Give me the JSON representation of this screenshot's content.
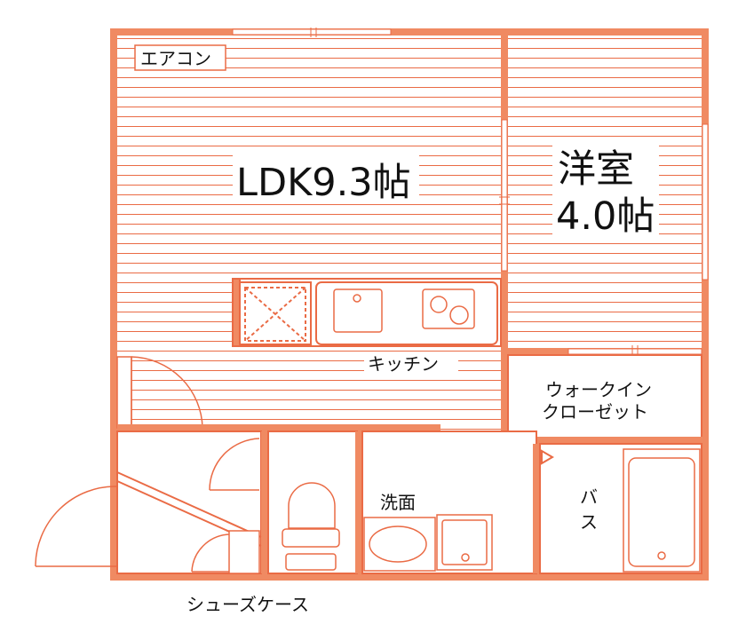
{
  "rooms": {
    "ldk": "LDK9.3帖",
    "western_line1": "洋室",
    "western_line2": "4.0帖",
    "closet_line1": "ウォークイン",
    "closet_line2": "クローゼット",
    "washroom": "洗面",
    "bath_line1": "バ",
    "bath_line2": "ス"
  },
  "labels": {
    "aircon": "エアコン",
    "kitchen": "キッチン",
    "shoe_case": "シューズケース"
  },
  "colors": {
    "wall": "#f08a62",
    "line": "#ea6b45",
    "bg": "#ffffff"
  }
}
